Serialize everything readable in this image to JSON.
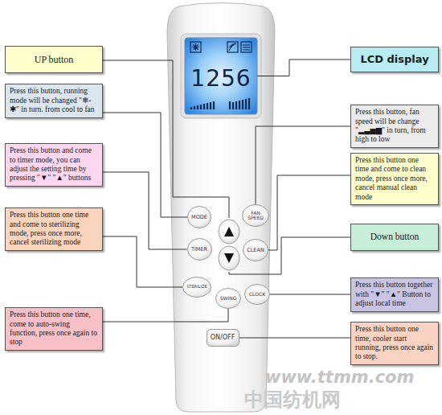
{
  "diagram": {
    "nodes": [
      {
        "text": [
          "UP button"
        ]
      },
      {
        "text": [
          "LCD display"
        ]
      },
      {
        "text": [
          "Press this button, running mode will be changed \"❄-✱\" in turn. from cool to fan"
        ]
      },
      {
        "text": [
          "Press this button, fan speed will be change \"▂▃▅▆\" in turn, from high to low"
        ]
      },
      {
        "text": [
          "Press this button and come to timer mode, you can adjust the setting time by pressing \"▼\" \"▲\" buttons"
        ]
      },
      {
        "text": [
          "Press this button one time and come to clean mode, press once more, cancel manual clean mode"
        ]
      },
      {
        "text": [
          "Press this button one time and come to sterilizing mode, press once more, cancel sterilizing mode"
        ]
      },
      {
        "text": [
          "Down button"
        ]
      },
      {
        "text": [
          "Press this button together with \"▼\" \"▲\" Button to adjust local time"
        ]
      },
      {
        "text": [
          "Press this button one time, come to auto-swing function, press once again to stop"
        ]
      },
      {
        "text": [
          "Press this button one time, cooler start running, press once again to stop."
        ]
      },
      {
        "text": [
          "1256"
        ]
      },
      {
        "text": [
          "MODE"
        ]
      },
      {
        "text": [
          "FAN SPEED"
        ]
      },
      {
        "text": [
          "TIMER"
        ]
      },
      {
        "text": [
          "CLEAN"
        ]
      },
      {
        "text": [
          "STERILIZE"
        ]
      },
      {
        "text": [
          "SWING"
        ]
      },
      {
        "text": [
          "CLOCK"
        ]
      },
      {
        "text": [
          "ON/OFF"
        ]
      }
    ],
    "edges": [
      {
        "from": 1,
        "to": 11,
        "arrow": "none"
      },
      {
        "from": 2,
        "to": 12,
        "arrow": "none"
      },
      {
        "from": 3,
        "to": 13,
        "arrow": "none"
      },
      {
        "from": 4,
        "to": 14,
        "arrow": "none"
      },
      {
        "from": 5,
        "to": 15,
        "arrow": "none"
      },
      {
        "from": 6,
        "to": 16,
        "arrow": "none"
      },
      {
        "from": 8,
        "to": 18,
        "arrow": "none"
      },
      {
        "from": 9,
        "to": 17,
        "arrow": "none"
      },
      {
        "from": 10,
        "to": 19,
        "arrow": "none"
      }
    ],
    "labels": [
      "www.ttmm.com",
      "中国纺机网"
    ]
  }
}
